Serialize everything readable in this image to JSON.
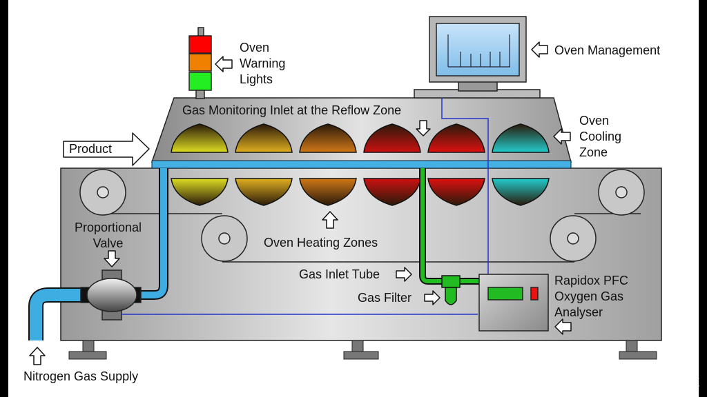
{
  "labels": {
    "warning_lights": "Oven\nWarning\nLights",
    "management": "Oven Management",
    "monitoring_inlet": "Gas Monitoring Inlet at the Reflow Zone",
    "product": "Product",
    "cooling_zone": "Oven\nCooling\nZone",
    "proportional_valve": "Proportional\nValve",
    "heating_zones": "Oven Heating Zones",
    "gas_inlet_tube": "Gas Inlet Tube",
    "gas_filter": "Gas Filter",
    "analyser": "Rapidox PFC\nOxygen Gas\nAnalyser",
    "nitrogen_supply": "Nitrogen Gas Supply",
    "edge_glyph": "t"
  },
  "colors": {
    "light_red": "#ff0000",
    "light_amber": "#f08000",
    "light_green": "#22ee22",
    "nitrogen_pipe": "#33aadd",
    "sample_tube": "#22aa22",
    "signal_wire": "#2233cc",
    "zones": [
      "#dddd22",
      "#e0b020",
      "#d07818",
      "#cc1111",
      "#dd1111",
      "#22cccc"
    ]
  },
  "zones": [
    {
      "name": "heating-zone-1",
      "color": "#dddd22"
    },
    {
      "name": "heating-zone-2",
      "color": "#e0b020"
    },
    {
      "name": "heating-zone-3",
      "color": "#d07818"
    },
    {
      "name": "heating-zone-4",
      "color": "#cc1111"
    },
    {
      "name": "heating-zone-5",
      "color": "#dd1111"
    },
    {
      "name": "cooling-zone",
      "color": "#22cccc"
    }
  ]
}
